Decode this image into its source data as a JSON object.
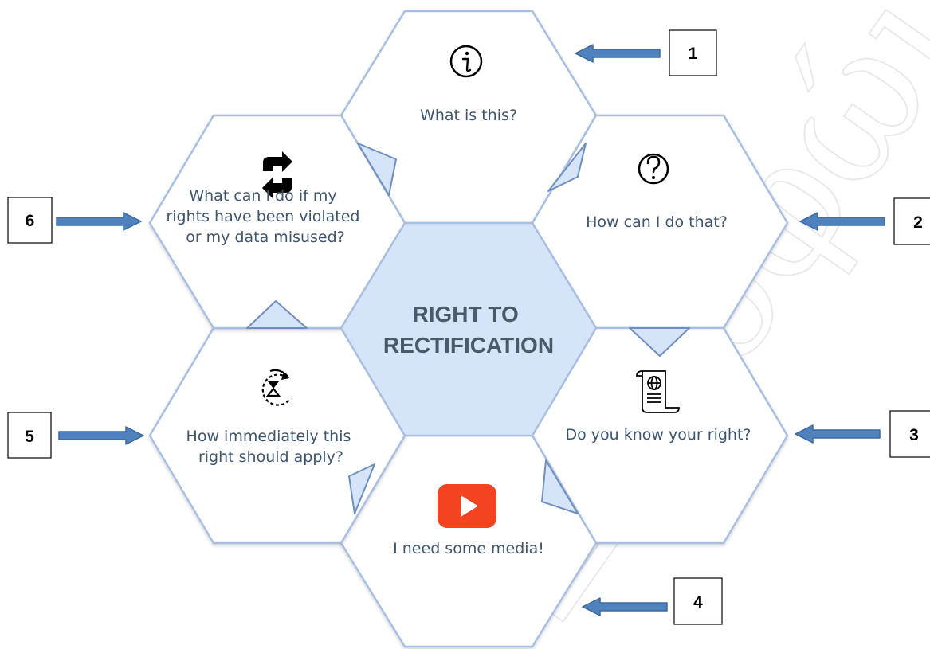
{
  "center": {
    "lines": [
      "RIGHT TO",
      "RECTIFICATION"
    ]
  },
  "hexes": [
    {
      "id": "what-is-this",
      "number": "1",
      "icon": "info-icon",
      "lines": [
        "What is this?"
      ]
    },
    {
      "id": "how-can-i-do-that",
      "number": "2",
      "icon": "question-icon",
      "lines": [
        "How can I do that?"
      ]
    },
    {
      "id": "know-your-right",
      "number": "3",
      "icon": "document-globe-icon",
      "lines": [
        "Do you know your right?"
      ]
    },
    {
      "id": "need-media",
      "number": "4",
      "icon": "play-video-icon",
      "lines": [
        "I need some media!"
      ]
    },
    {
      "id": "how-immediately",
      "number": "5",
      "icon": "hourglass-timer-icon",
      "lines": [
        "How immediately this",
        "right should apply?"
      ]
    },
    {
      "id": "rights-violated",
      "number": "6",
      "icon": "swap-arrows-icon",
      "lines": [
        "What can I do if my",
        "rights have been violated",
        "or my data misused?"
      ]
    }
  ],
  "watermark": "Ξενοφών",
  "colors": {
    "hex_border": "#a9bfe2",
    "center_fill": "#d6e4f7",
    "arrow_fill": "#4f81bd",
    "arrow_stroke": "#3a6aa3",
    "text": "#3e556e",
    "video_red": "#f44321"
  }
}
